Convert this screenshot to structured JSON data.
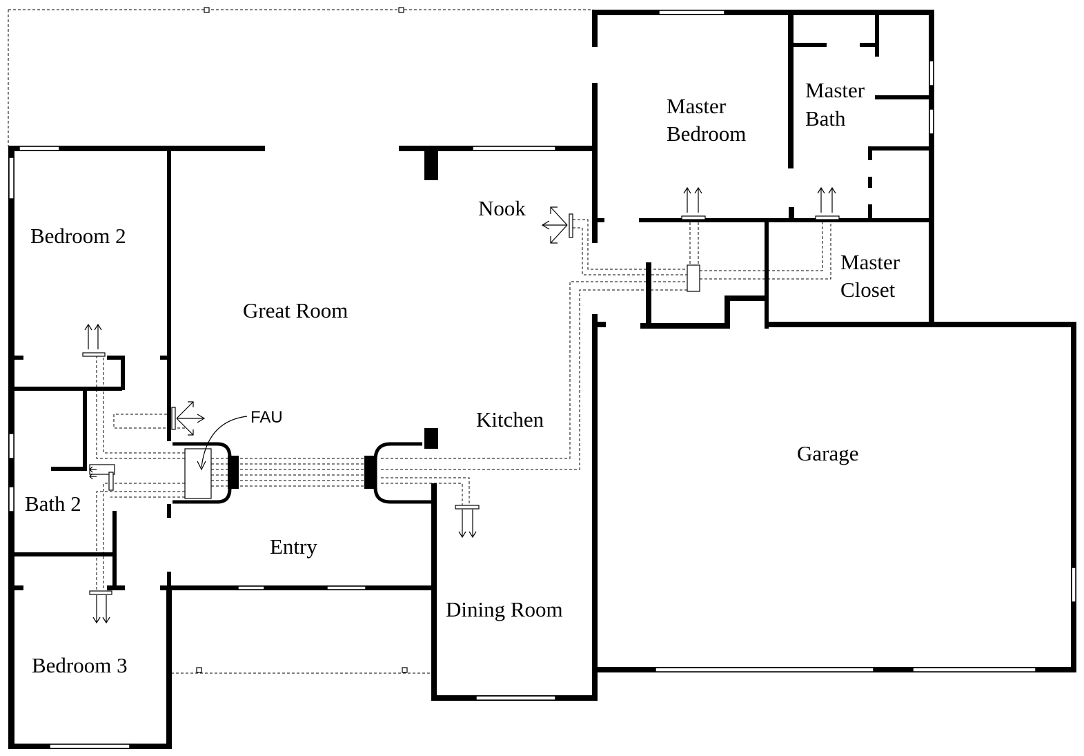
{
  "rooms": {
    "master_bedroom": [
      "Master",
      "Bedroom"
    ],
    "master_bath": [
      "Master",
      "Bath"
    ],
    "master_closet": [
      "Master",
      "Closet"
    ],
    "bedroom_2": "Bedroom 2",
    "bedroom_3": "Bedroom 3",
    "great_room": "Great Room",
    "nook": "Nook",
    "kitchen": "Kitchen",
    "garage": "Garage",
    "bath_2": "Bath 2",
    "entry": "Entry",
    "dining_room": "Dining Room"
  },
  "equipment": {
    "fau": "FAU"
  },
  "colors": {
    "wall": "#000000",
    "background": "#ffffff"
  }
}
